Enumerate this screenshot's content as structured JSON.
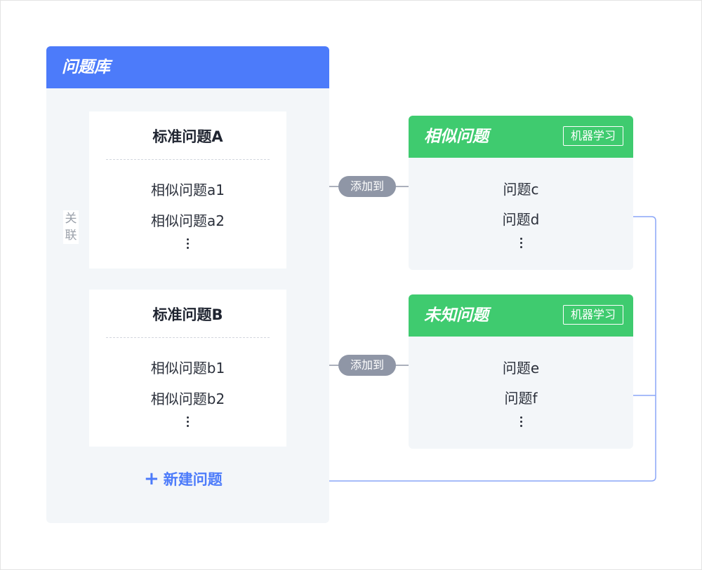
{
  "library": {
    "title": "问题库",
    "cards": [
      {
        "title": "标准问题A",
        "items": [
          "相似问题a1",
          "相似问题a2"
        ],
        "more": "⋮"
      },
      {
        "title": "标准问题B",
        "items": [
          "相似问题b1",
          "相似问题b2"
        ],
        "more": "⋮"
      }
    ],
    "relation_label_1": "关",
    "relation_label_2": "联",
    "new_question_icon": "+",
    "new_question_label": "新建问题"
  },
  "similar": {
    "title": "相似问题",
    "badge": "机器学习",
    "items": [
      "问题c",
      "问题d"
    ],
    "more": "⋮"
  },
  "unknown": {
    "title": "未知问题",
    "badge": "机器学习",
    "items": [
      "问题e",
      "问题f"
    ],
    "more": "⋮"
  },
  "connectors": {
    "add_to_label_1": "添加到",
    "add_to_label_2": "添加到"
  },
  "colors": {
    "library_header": "#4c7bfa",
    "ml_header": "#3fcb6f",
    "pill": "#8f96a6",
    "link_blue": "#8aa6f7",
    "arrow_gray": "#8f96a6"
  }
}
